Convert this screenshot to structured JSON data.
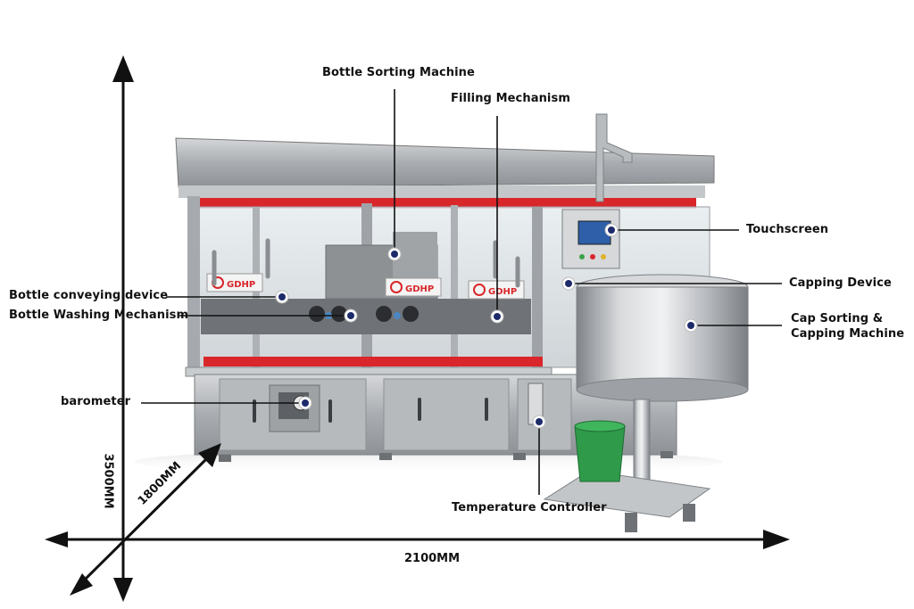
{
  "labels": {
    "bottle_sorting_machine": "Bottle Sorting Machine",
    "filling_mechanism": "Filling Mechanism",
    "touchscreen": "Touchscreen",
    "capping_device": "Capping Device",
    "cap_sorting_capping_machine": "Cap Sorting &\nCapping Machine",
    "bottle_conveying_device": "Bottle conveying device",
    "bottle_washing_mechanism": "Bottle Washing Mechanism",
    "barometer": "barometer",
    "temperature_controller": "Temperature Controller"
  },
  "dimensions": {
    "height": "3500MM",
    "depth": "1800MM",
    "width": "2100MM"
  },
  "brand": {
    "logo_text": "GDHP"
  },
  "colors": {
    "accent_red": "#d9262a",
    "steel": "#b9bcbf",
    "marker": "#1d2b6b",
    "bucket": "#2f9a4a"
  }
}
